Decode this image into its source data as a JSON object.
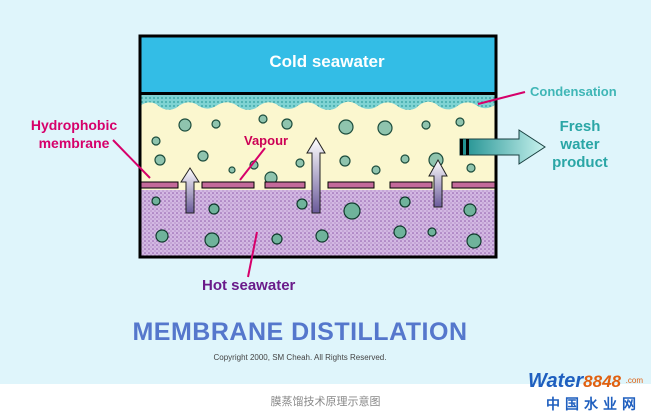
{
  "diagram": {
    "cold_water_label": "Cold seawater",
    "vapour_label": "Vapour",
    "membrane_label_line1": "Hydrophobic",
    "membrane_label_line2": "membrane",
    "condensation_label": "Condensation",
    "fresh_line1": "Fresh",
    "fresh_line2": "water",
    "fresh_line3": "product",
    "hot_water_label": "Hot seawater",
    "title": "MEMBRANE DISTILLATION",
    "copyright": "Copyright 2000, SM Cheah. All Rights Reserved."
  },
  "caption": "膜蒸馏技术原理示意图",
  "watermark": {
    "brand_word": "Water",
    "brand_number": "8848",
    "brand_suffix": ".com",
    "brand_cn": "中国水业网"
  },
  "colors": {
    "background": "#dff5fb",
    "cold_water": "#33bde6",
    "condensate": "#5ec8c8",
    "air_gap": "#fbf7cf",
    "hot_water": "#c9a9db",
    "membrane": "#c46a9a",
    "drop_fill": "#6fb39b",
    "title": "#5577cc",
    "pointer": "#d6006a"
  }
}
